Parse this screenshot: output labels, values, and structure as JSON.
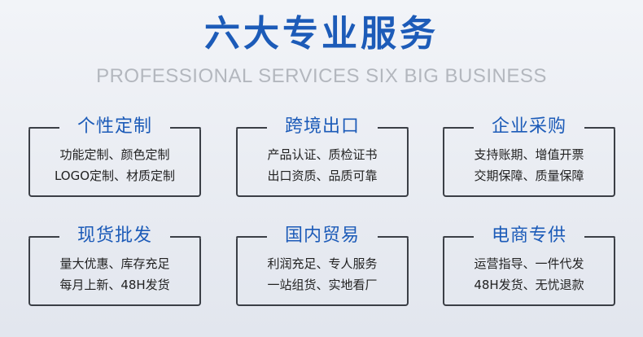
{
  "header": {
    "title": "六大专业服务",
    "subtitle": "PROFESSIONAL SERVICES SIX BIG BUSINESS"
  },
  "cards": [
    {
      "title": "个性定制",
      "line1": "功能定制、颜色定制",
      "line2": "LOGO定制、材质定制"
    },
    {
      "title": "跨境出口",
      "line1": "产品认证、质检证书",
      "line2": "出口资质、品质可靠"
    },
    {
      "title": "企业采购",
      "line1": "支持账期、增值开票",
      "line2": "交期保障、质量保障"
    },
    {
      "title": "现货批发",
      "line1": "量大优惠、库存充足",
      "line2": "每月上新、48H发货"
    },
    {
      "title": "国内贸易",
      "line1": "利润充足、专人服务",
      "line2": "一站组货、实地看厂"
    },
    {
      "title": "电商专供",
      "line1": "运营指导、一件代发",
      "line2": "48H发货、无忧退款"
    }
  ]
}
